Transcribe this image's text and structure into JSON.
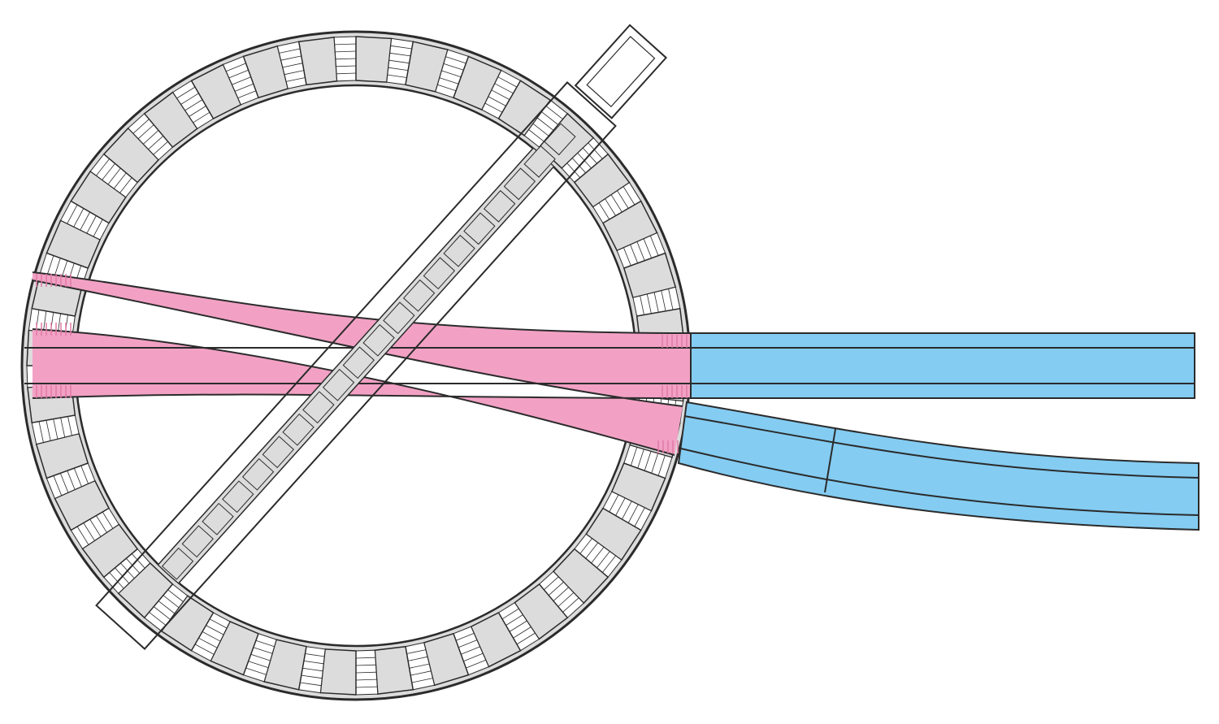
{
  "diagram": {
    "kind": "turntable-track-layout",
    "components": [
      {
        "id": "turntable-pit",
        "label": "",
        "color": "#dcdcdc"
      },
      {
        "id": "turntable-bridge",
        "label": "",
        "color": "#dcdcdc"
      },
      {
        "id": "highlighted-track-section",
        "label": "",
        "color": "#f2a1c4"
      },
      {
        "id": "exit-track-straight",
        "label": "",
        "color": "#84ccf2"
      },
      {
        "id": "exit-track-curved",
        "label": "",
        "color": "#84ccf2"
      }
    ],
    "pit_segment_count": 36,
    "colors": {
      "outline": "#2b2b2b",
      "pit_fill": "#dcdcdc",
      "tie_fill": "#ffffff",
      "pink": "#f2a1c4",
      "pink_ties": "#e07aa6",
      "blue": "#84ccf2",
      "background": "#ffffff"
    }
  }
}
